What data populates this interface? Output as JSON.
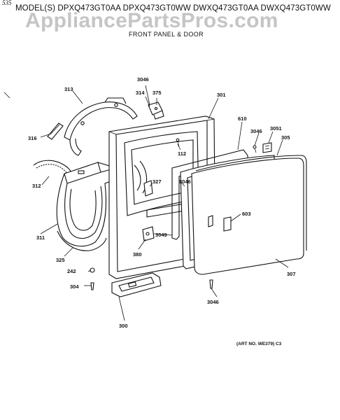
{
  "header": {
    "corner_mark": "535",
    "model_line": "MODEL(S) DPXQ473GT0AA DPXQ473GT0WW DWXQ473GT0AA DWXQ473GT0WW",
    "watermark": "AppliancePartsPros.com",
    "subtitle": "FRONT PANEL & DOOR"
  },
  "footer": {
    "art_number": "(ART NO. WE379) C3"
  },
  "callouts": [
    {
      "id": "3046",
      "text": "3046"
    },
    {
      "id": "313",
      "text": "313"
    },
    {
      "id": "314",
      "text": "314"
    },
    {
      "id": "375",
      "text": "375"
    },
    {
      "id": "301",
      "text": "301"
    },
    {
      "id": "610",
      "text": "610"
    },
    {
      "id": "3046b",
      "text": "3046"
    },
    {
      "id": "3051",
      "text": "3051"
    },
    {
      "id": "305",
      "text": "305"
    },
    {
      "id": "316",
      "text": "316"
    },
    {
      "id": "112",
      "text": "112"
    },
    {
      "id": "312",
      "text": "312"
    },
    {
      "id": "327",
      "text": "327"
    },
    {
      "id": "3046c",
      "text": "3046"
    },
    {
      "id": "603",
      "text": "603"
    },
    {
      "id": "3049",
      "text": "3049"
    },
    {
      "id": "311",
      "text": "311"
    },
    {
      "id": "380",
      "text": "380"
    },
    {
      "id": "325",
      "text": "325"
    },
    {
      "id": "242",
      "text": "242"
    },
    {
      "id": "304",
      "text": "304"
    },
    {
      "id": "307",
      "text": "307"
    },
    {
      "id": "3046d",
      "text": "3046"
    },
    {
      "id": "300",
      "text": "300"
    }
  ]
}
